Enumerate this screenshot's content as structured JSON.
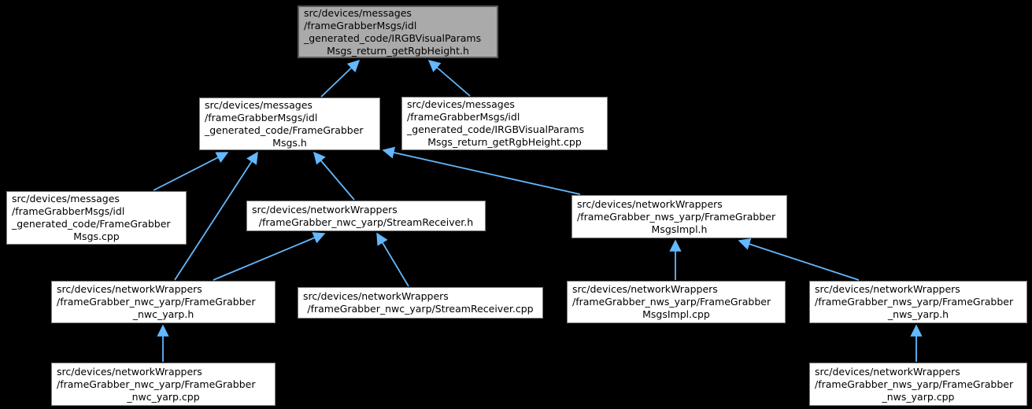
{
  "diagram": {
    "type": "include-dependency-graph",
    "background_color": "#000000",
    "edge_color": "#63b8ff",
    "node_fill": "#ffffff",
    "current_node_fill": "#aaaaaa",
    "nodes": {
      "irgb_h": {
        "path": "src/devices/messages/frameGrabberMsgs/idl_generated_code/IRGBVisualParamsMsgs_return_getRgbHeight.h",
        "lines": [
          "src/devices/messages",
          "/frameGrabberMsgs/idl",
          "_generated_code/IRGBVisualParams",
          "Msgs_return_getRgbHeight.h"
        ],
        "current": true
      },
      "fg_msgs_h": {
        "path": "src/devices/messages/frameGrabberMsgs/idl_generated_code/FrameGrabberMsgs.h",
        "lines": [
          "src/devices/messages",
          "/frameGrabberMsgs/idl",
          "_generated_code/FrameGrabber",
          "Msgs.h"
        ]
      },
      "irgb_cpp": {
        "path": "src/devices/messages/frameGrabberMsgs/idl_generated_code/IRGBVisualParamsMsgs_return_getRgbHeight.cpp",
        "lines": [
          "src/devices/messages",
          "/frameGrabberMsgs/idl",
          "_generated_code/IRGBVisualParams",
          "Msgs_return_getRgbHeight.cpp"
        ]
      },
      "fg_msgs_cpp": {
        "path": "src/devices/messages/frameGrabberMsgs/idl_generated_code/FrameGrabberMsgs.cpp",
        "lines": [
          "src/devices/messages",
          "/frameGrabberMsgs/idl",
          "_generated_code/FrameGrabber",
          "Msgs.cpp"
        ]
      },
      "stream_receiver_h": {
        "path": "src/devices/networkWrappers/frameGrabber_nwc_yarp/StreamReceiver.h",
        "lines": [
          "src/devices/networkWrappers",
          "/frameGrabber_nwc_yarp/StreamReceiver.h"
        ]
      },
      "msgs_impl_h": {
        "path": "src/devices/networkWrappers/frameGrabber_nws_yarp/FrameGrabberMsgsImpl.h",
        "lines": [
          "src/devices/networkWrappers",
          "/frameGrabber_nws_yarp/FrameGrabber",
          "MsgsImpl.h"
        ]
      },
      "nwc_yarp_h": {
        "path": "src/devices/networkWrappers/frameGrabber_nwc_yarp/FrameGrabber_nwc_yarp.h",
        "lines": [
          "src/devices/networkWrappers",
          "/frameGrabber_nwc_yarp/FrameGrabber",
          "_nwc_yarp.h"
        ]
      },
      "stream_receiver_cpp": {
        "path": "src/devices/networkWrappers/frameGrabber_nwc_yarp/StreamReceiver.cpp",
        "lines": [
          "src/devices/networkWrappers",
          "/frameGrabber_nwc_yarp/StreamReceiver.cpp"
        ]
      },
      "msgs_impl_cpp": {
        "path": "src/devices/networkWrappers/frameGrabber_nws_yarp/FrameGrabberMsgsImpl.cpp",
        "lines": [
          "src/devices/networkWrappers",
          "/frameGrabber_nws_yarp/FrameGrabber",
          "MsgsImpl.cpp"
        ]
      },
      "nws_yarp_h": {
        "path": "src/devices/networkWrappers/frameGrabber_nws_yarp/FrameGrabber_nws_yarp.h",
        "lines": [
          "src/devices/networkWrappers",
          "/frameGrabber_nws_yarp/FrameGrabber",
          "_nws_yarp.h"
        ]
      },
      "nwc_yarp_cpp": {
        "path": "src/devices/networkWrappers/frameGrabber_nwc_yarp/FrameGrabber_nwc_yarp.cpp",
        "lines": [
          "src/devices/networkWrappers",
          "/frameGrabber_nwc_yarp/FrameGrabber",
          "_nwc_yarp.cpp"
        ]
      },
      "nws_yarp_cpp": {
        "path": "src/devices/networkWrappers/frameGrabber_nws_yarp/FrameGrabber_nws_yarp.cpp",
        "lines": [
          "src/devices/networkWrappers",
          "/frameGrabber_nws_yarp/FrameGrabber",
          "_nws_yarp.cpp"
        ]
      }
    },
    "edges": [
      {
        "from": "fg_msgs_h",
        "to": "irgb_h"
      },
      {
        "from": "irgb_cpp",
        "to": "irgb_h"
      },
      {
        "from": "fg_msgs_cpp",
        "to": "fg_msgs_h"
      },
      {
        "from": "nwc_yarp_h",
        "to": "fg_msgs_h"
      },
      {
        "from": "stream_receiver_h",
        "to": "fg_msgs_h"
      },
      {
        "from": "msgs_impl_h",
        "to": "fg_msgs_h"
      },
      {
        "from": "nwc_yarp_h",
        "to": "stream_receiver_h"
      },
      {
        "from": "stream_receiver_cpp",
        "to": "stream_receiver_h"
      },
      {
        "from": "msgs_impl_cpp",
        "to": "msgs_impl_h"
      },
      {
        "from": "nws_yarp_h",
        "to": "msgs_impl_h"
      },
      {
        "from": "nwc_yarp_cpp",
        "to": "nwc_yarp_h"
      },
      {
        "from": "nws_yarp_cpp",
        "to": "nws_yarp_h"
      }
    ]
  }
}
